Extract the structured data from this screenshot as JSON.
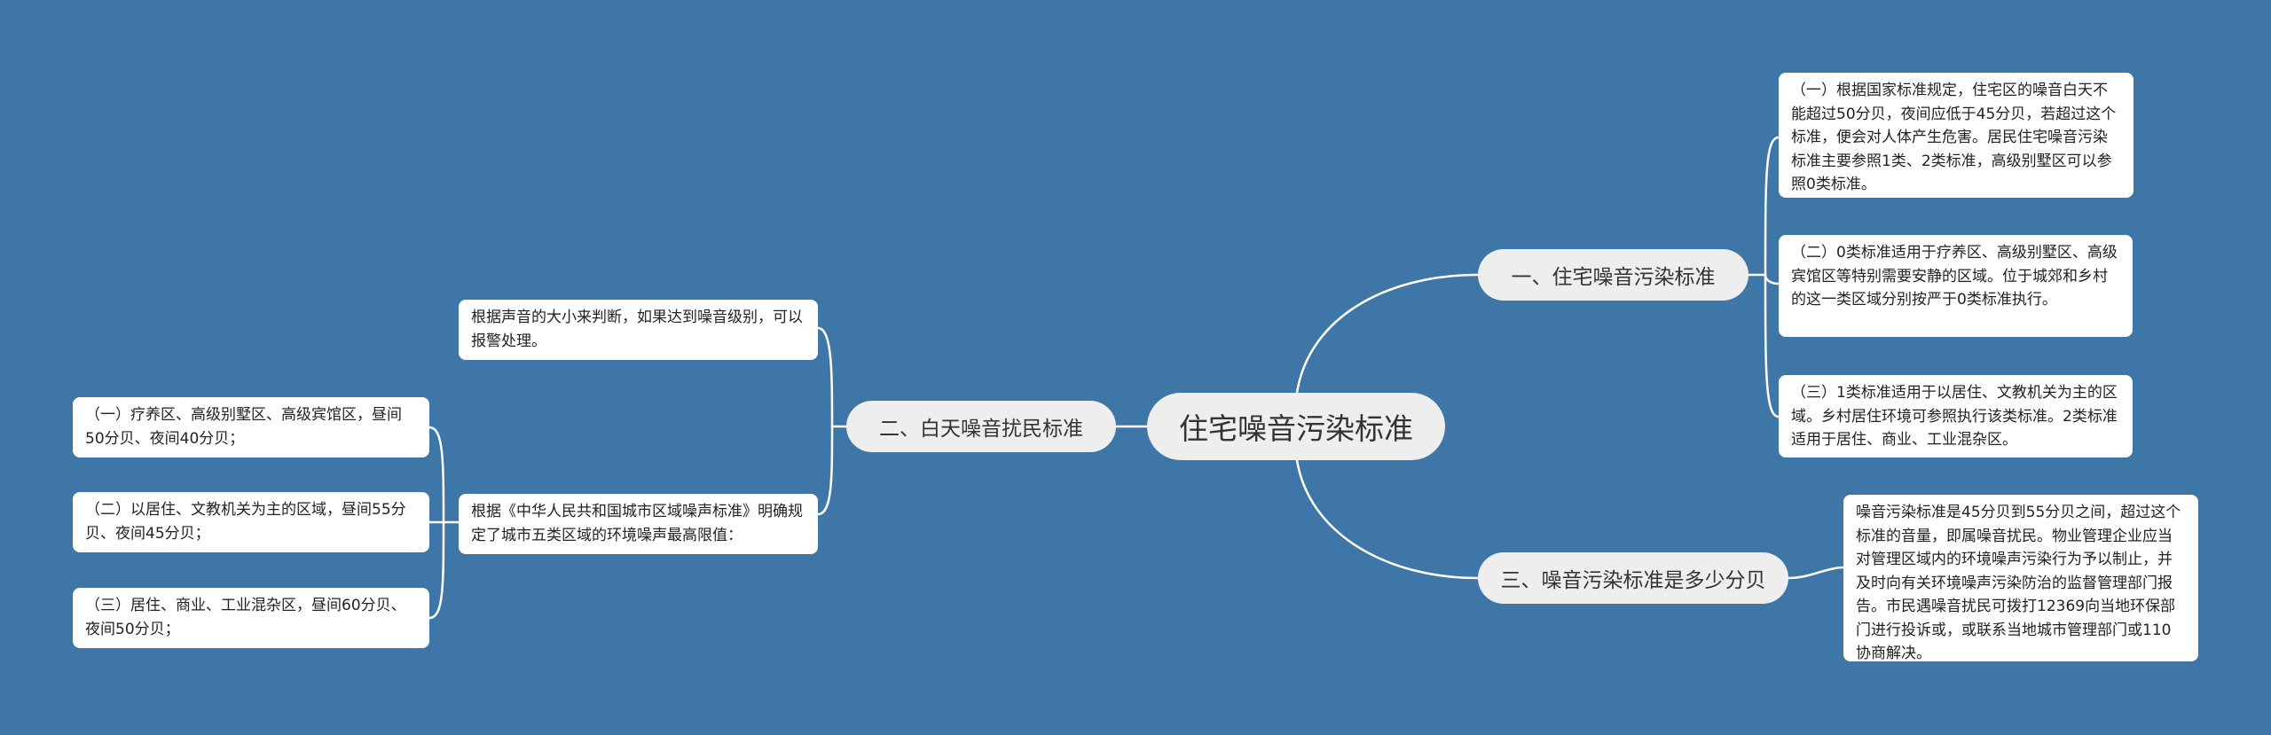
{
  "colors": {
    "background": "#3f76a8",
    "connector": "#ffffff",
    "topic_fill": "#eeeeee",
    "leaf_fill": "#ffffff"
  },
  "root": {
    "label": "住宅噪音污染标准"
  },
  "branch1": {
    "label": "一、住宅噪音污染标准",
    "items": [
      "（一）根据国家标准规定，住宅区的噪音白天不能超过50分贝，夜间应低于45分贝，若超过这个标准，便会对人体产生危害。居民住宅噪音污染标准主要参照1类、2类标准，高级别墅区可以参照0类标准。",
      "（二）0类标准适用于疗养区、高级别墅区、高级宾馆区等特别需要安静的区域。位于城郊和乡村的这一类区域分别按严于0类标准执行。",
      "（三）1类标准适用于以居住、文教机关为主的区域。乡村居住环境可参照执行该类标准。2类标准适用于居住、商业、工业混杂区。"
    ]
  },
  "branch2": {
    "label": "二、白天噪音扰民标准",
    "items": [
      "根据声音的大小来判断，如果达到噪音级别，可以报警处理。",
      "根据《中华人民共和国城市区域噪声标准》明确规定了城市五类区域的环境噪声最高限值："
    ],
    "sub_items": [
      "（一）疗养区、高级别墅区、高级宾馆区，昼间50分贝、夜间40分贝；",
      "（二）以居住、文教机关为主的区域，昼间55分贝、夜间45分贝；",
      "（三）居住、商业、工业混杂区，昼间60分贝、夜间50分贝；"
    ]
  },
  "branch3": {
    "label": "三、噪音污染标准是多少分贝",
    "items": [
      "噪音污染标准是45分贝到55分贝之间，超过这个标准的音量，即属噪音扰民。物业管理企业应当对管理区域内的环境噪声污染行为予以制止，并及时向有关环境噪声污染防治的监督管理部门报告。市民遇噪音扰民可拨打12369向当地环保部门进行投诉或，或联系当地城市管理部门或110协商解决。"
    ]
  }
}
